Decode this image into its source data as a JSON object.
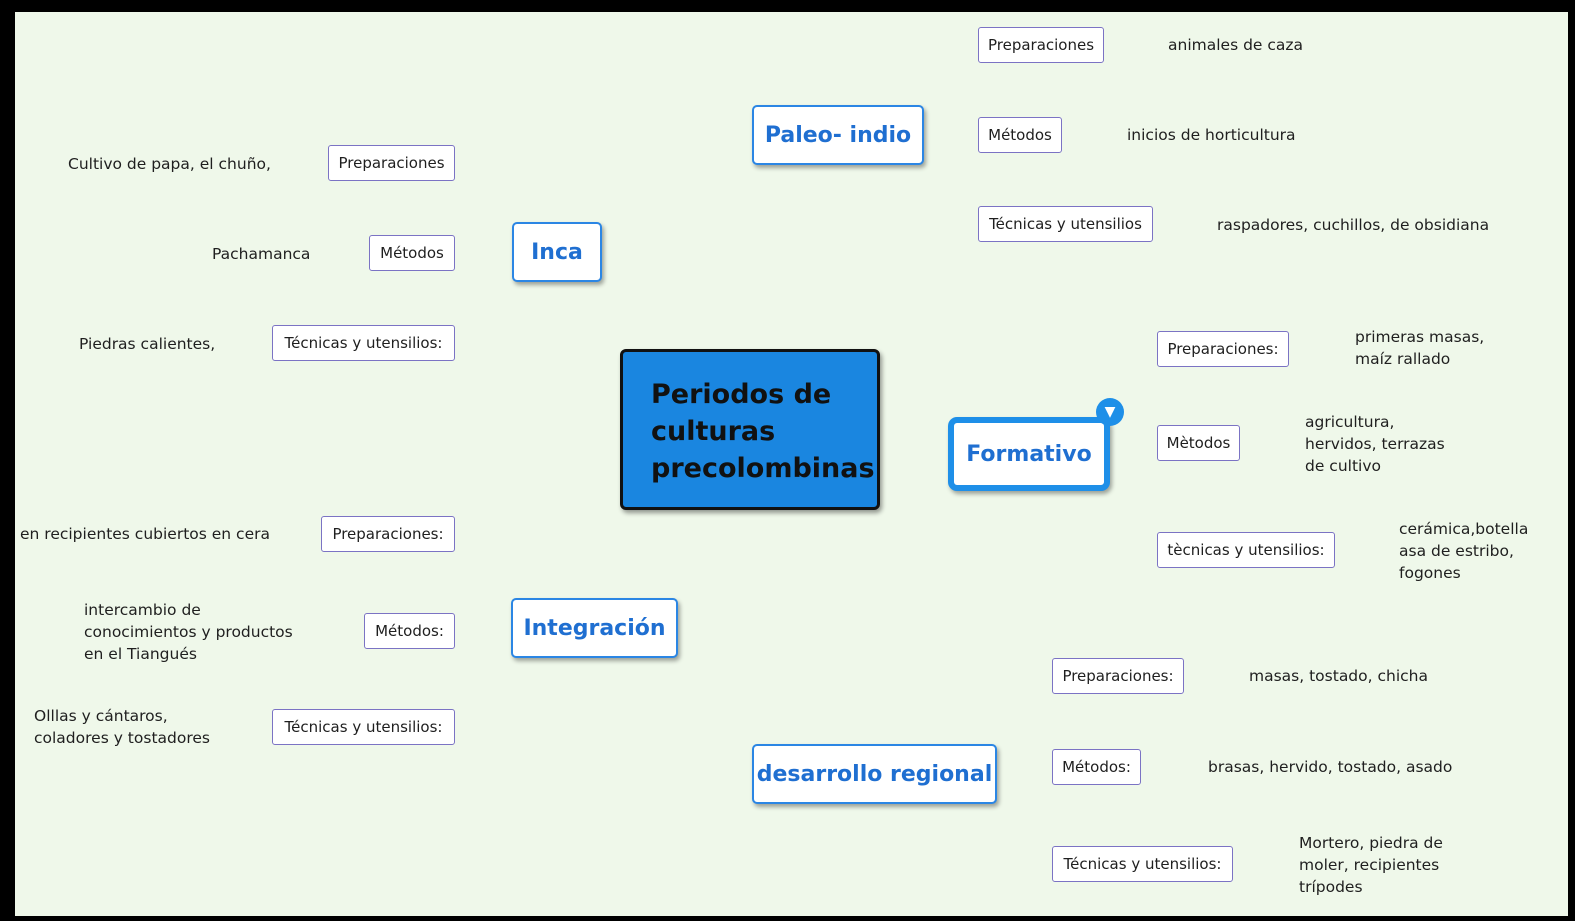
{
  "central": {
    "title": "Periodos de\nculturas\nprecolombinas"
  },
  "branches": {
    "paleo": {
      "label": "Paleo- indio",
      "items": [
        {
          "label": "Preparaciones",
          "detail": "animales de caza"
        },
        {
          "label": "Métodos",
          "detail": "inicios de horticultura"
        },
        {
          "label": "Técnicas y utensilios",
          "detail": "raspadores, cuchillos, de obsidiana"
        }
      ]
    },
    "inca": {
      "label": "Inca",
      "items": [
        {
          "label": "Preparaciones",
          "detail": "Cultivo de papa, el chuño,"
        },
        {
          "label": "Métodos",
          "detail": "Pachamanca"
        },
        {
          "label": "Técnicas y utensilios:",
          "detail": "Piedras calientes,"
        }
      ]
    },
    "formativo": {
      "label": "Formativo",
      "items": [
        {
          "label": "Preparaciones:",
          "detail": "primeras masas,\nmaíz rallado"
        },
        {
          "label": "Mètodos",
          "detail": "agricultura,\nhervidos, terrazas\nde cultivo"
        },
        {
          "label": "tècnicas y utensilios:",
          "detail": "cerámica,botella\nasa de estribo,\nfogones"
        }
      ]
    },
    "integracion": {
      "label": "Integración",
      "items": [
        {
          "label": "Preparaciones:",
          "detail": "en recipientes cubiertos en cera"
        },
        {
          "label": "Métodos:",
          "detail": "intercambio de\nconocimientos y productos\nen el Tiangués"
        },
        {
          "label": "Técnicas y utensilios:",
          "detail": "Olllas y cántaros,\ncoladores y tostadores"
        }
      ]
    },
    "regional": {
      "label": "desarrollo regional",
      "items": [
        {
          "label": "Preparaciones:",
          "detail": "masas, tostado, chicha"
        },
        {
          "label": "Métodos:",
          "detail": "brasas, hervido, tostado, asado"
        },
        {
          "label": "Técnicas y utensilios:",
          "detail": "Mortero, piedra de\nmoler, recipientes\ntrípodes"
        }
      ]
    }
  },
  "toggle_icon": "collapse-triangle-icon",
  "colors": {
    "central_fill": "#1a86e0",
    "branch_text": "#1f6fd1",
    "link": "#7b73c4",
    "canvas": "#eff8ea"
  }
}
